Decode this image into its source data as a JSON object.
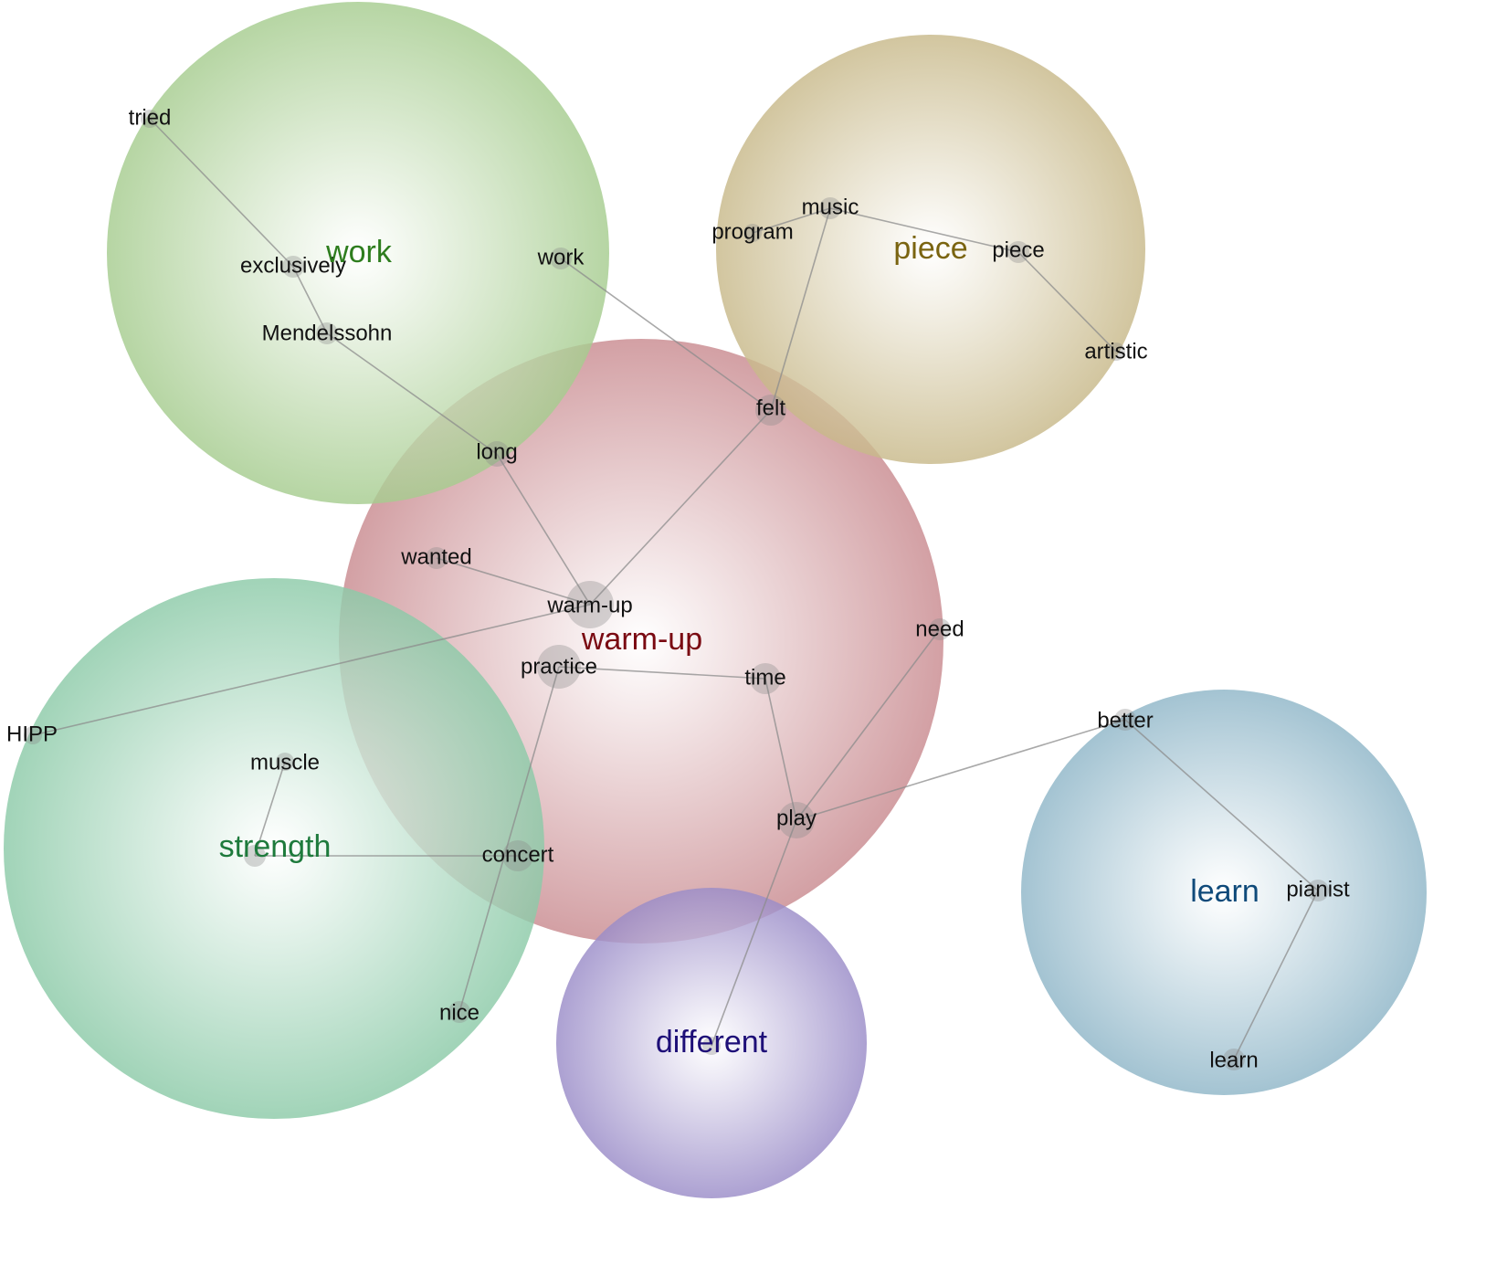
{
  "themes": [
    {
      "id": "warm-up",
      "label": "warm-up",
      "color": "#c98b90",
      "label_color": "#7a0a12"
    },
    {
      "id": "work",
      "label": "work",
      "color": "#a6cc8f",
      "label_color": "#2e7d1e"
    },
    {
      "id": "piece",
      "label": "piece",
      "color": "#c8b98a",
      "label_color": "#7a6410"
    },
    {
      "id": "strength",
      "label": "strength",
      "color": "#8ccaa8",
      "label_color": "#1e7a3c"
    },
    {
      "id": "different",
      "label": "different",
      "color": "#9a8cc8",
      "label_color": "#1e0f78"
    },
    {
      "id": "learn",
      "label": "learn",
      "color": "#8fb6c8",
      "label_color": "#0f4a7a"
    }
  ],
  "nodes": [
    {
      "id": "tried",
      "label": "tried",
      "theme": "work"
    },
    {
      "id": "exclusively",
      "label": "exclusively",
      "theme": "work"
    },
    {
      "id": "mendelssohn",
      "label": "Mendelssohn",
      "theme": "work"
    },
    {
      "id": "work-word",
      "label": "work",
      "theme": "work"
    },
    {
      "id": "long",
      "label": "long",
      "theme": "warm-up"
    },
    {
      "id": "music",
      "label": "music",
      "theme": "piece"
    },
    {
      "id": "program",
      "label": "program",
      "theme": "piece"
    },
    {
      "id": "piece-word",
      "label": "piece",
      "theme": "piece"
    },
    {
      "id": "artistic",
      "label": "artistic",
      "theme": "piece"
    },
    {
      "id": "felt",
      "label": "felt",
      "theme": "warm-up"
    },
    {
      "id": "wanted",
      "label": "wanted",
      "theme": "warm-up"
    },
    {
      "id": "warm-up-word",
      "label": "warm-up",
      "theme": "warm-up"
    },
    {
      "id": "practice",
      "label": "practice",
      "theme": "warm-up"
    },
    {
      "id": "time",
      "label": "time",
      "theme": "warm-up"
    },
    {
      "id": "need",
      "label": "need",
      "theme": "warm-up"
    },
    {
      "id": "play",
      "label": "play",
      "theme": "warm-up"
    },
    {
      "id": "hipp",
      "label": "HIPP",
      "theme": "strength"
    },
    {
      "id": "muscle",
      "label": "muscle",
      "theme": "strength"
    },
    {
      "id": "strength-word",
      "label": "",
      "theme": "strength"
    },
    {
      "id": "concert",
      "label": "concert",
      "theme": "strength"
    },
    {
      "id": "nice",
      "label": "nice",
      "theme": "strength"
    },
    {
      "id": "different-word",
      "label": "",
      "theme": "different"
    },
    {
      "id": "better",
      "label": "better",
      "theme": "learn"
    },
    {
      "id": "pianist",
      "label": "pianist",
      "theme": "learn"
    },
    {
      "id": "learn-word",
      "label": "learn",
      "theme": "learn"
    }
  ],
  "edges": [
    [
      "tried",
      "exclusively"
    ],
    [
      "exclusively",
      "mendelssohn"
    ],
    [
      "mendelssohn",
      "long"
    ],
    [
      "long",
      "warm-up-word"
    ],
    [
      "work-word",
      "felt"
    ],
    [
      "program",
      "music"
    ],
    [
      "music",
      "piece-word"
    ],
    [
      "piece-word",
      "artistic"
    ],
    [
      "music",
      "felt"
    ],
    [
      "felt",
      "warm-up-word"
    ],
    [
      "wanted",
      "warm-up-word"
    ],
    [
      "warm-up-word",
      "hipp"
    ],
    [
      "practice",
      "time"
    ],
    [
      "practice",
      "nice"
    ],
    [
      "time",
      "play"
    ],
    [
      "need",
      "play"
    ],
    [
      "play",
      "better"
    ],
    [
      "play",
      "different-word"
    ],
    [
      "muscle",
      "strength-word"
    ],
    [
      "strength-word",
      "concert"
    ],
    [
      "better",
      "pianist"
    ],
    [
      "pianist",
      "learn-word"
    ]
  ]
}
